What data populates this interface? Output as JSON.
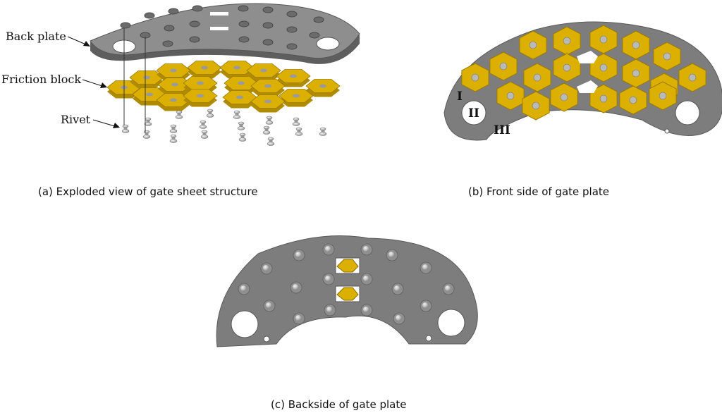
{
  "panels": {
    "a": {
      "caption": "(a) Exploded view of gate sheet structure",
      "labels": {
        "back_plate": "Back plate",
        "friction_block": "Friction block",
        "rivet": "Rivet"
      }
    },
    "b": {
      "caption": "(b) Front side of gate plate",
      "zone_labels": [
        "I",
        "II",
        "III"
      ]
    },
    "c": {
      "caption": "(c) Backside of gate plate"
    }
  },
  "colors": {
    "plate_top": "#8e8e8e",
    "plate_side": "#5e5e5e",
    "block_top": "#dcb000",
    "block_side": "#b08a00",
    "rivet": "#c8c8c8",
    "hole": "#ffffff"
  }
}
